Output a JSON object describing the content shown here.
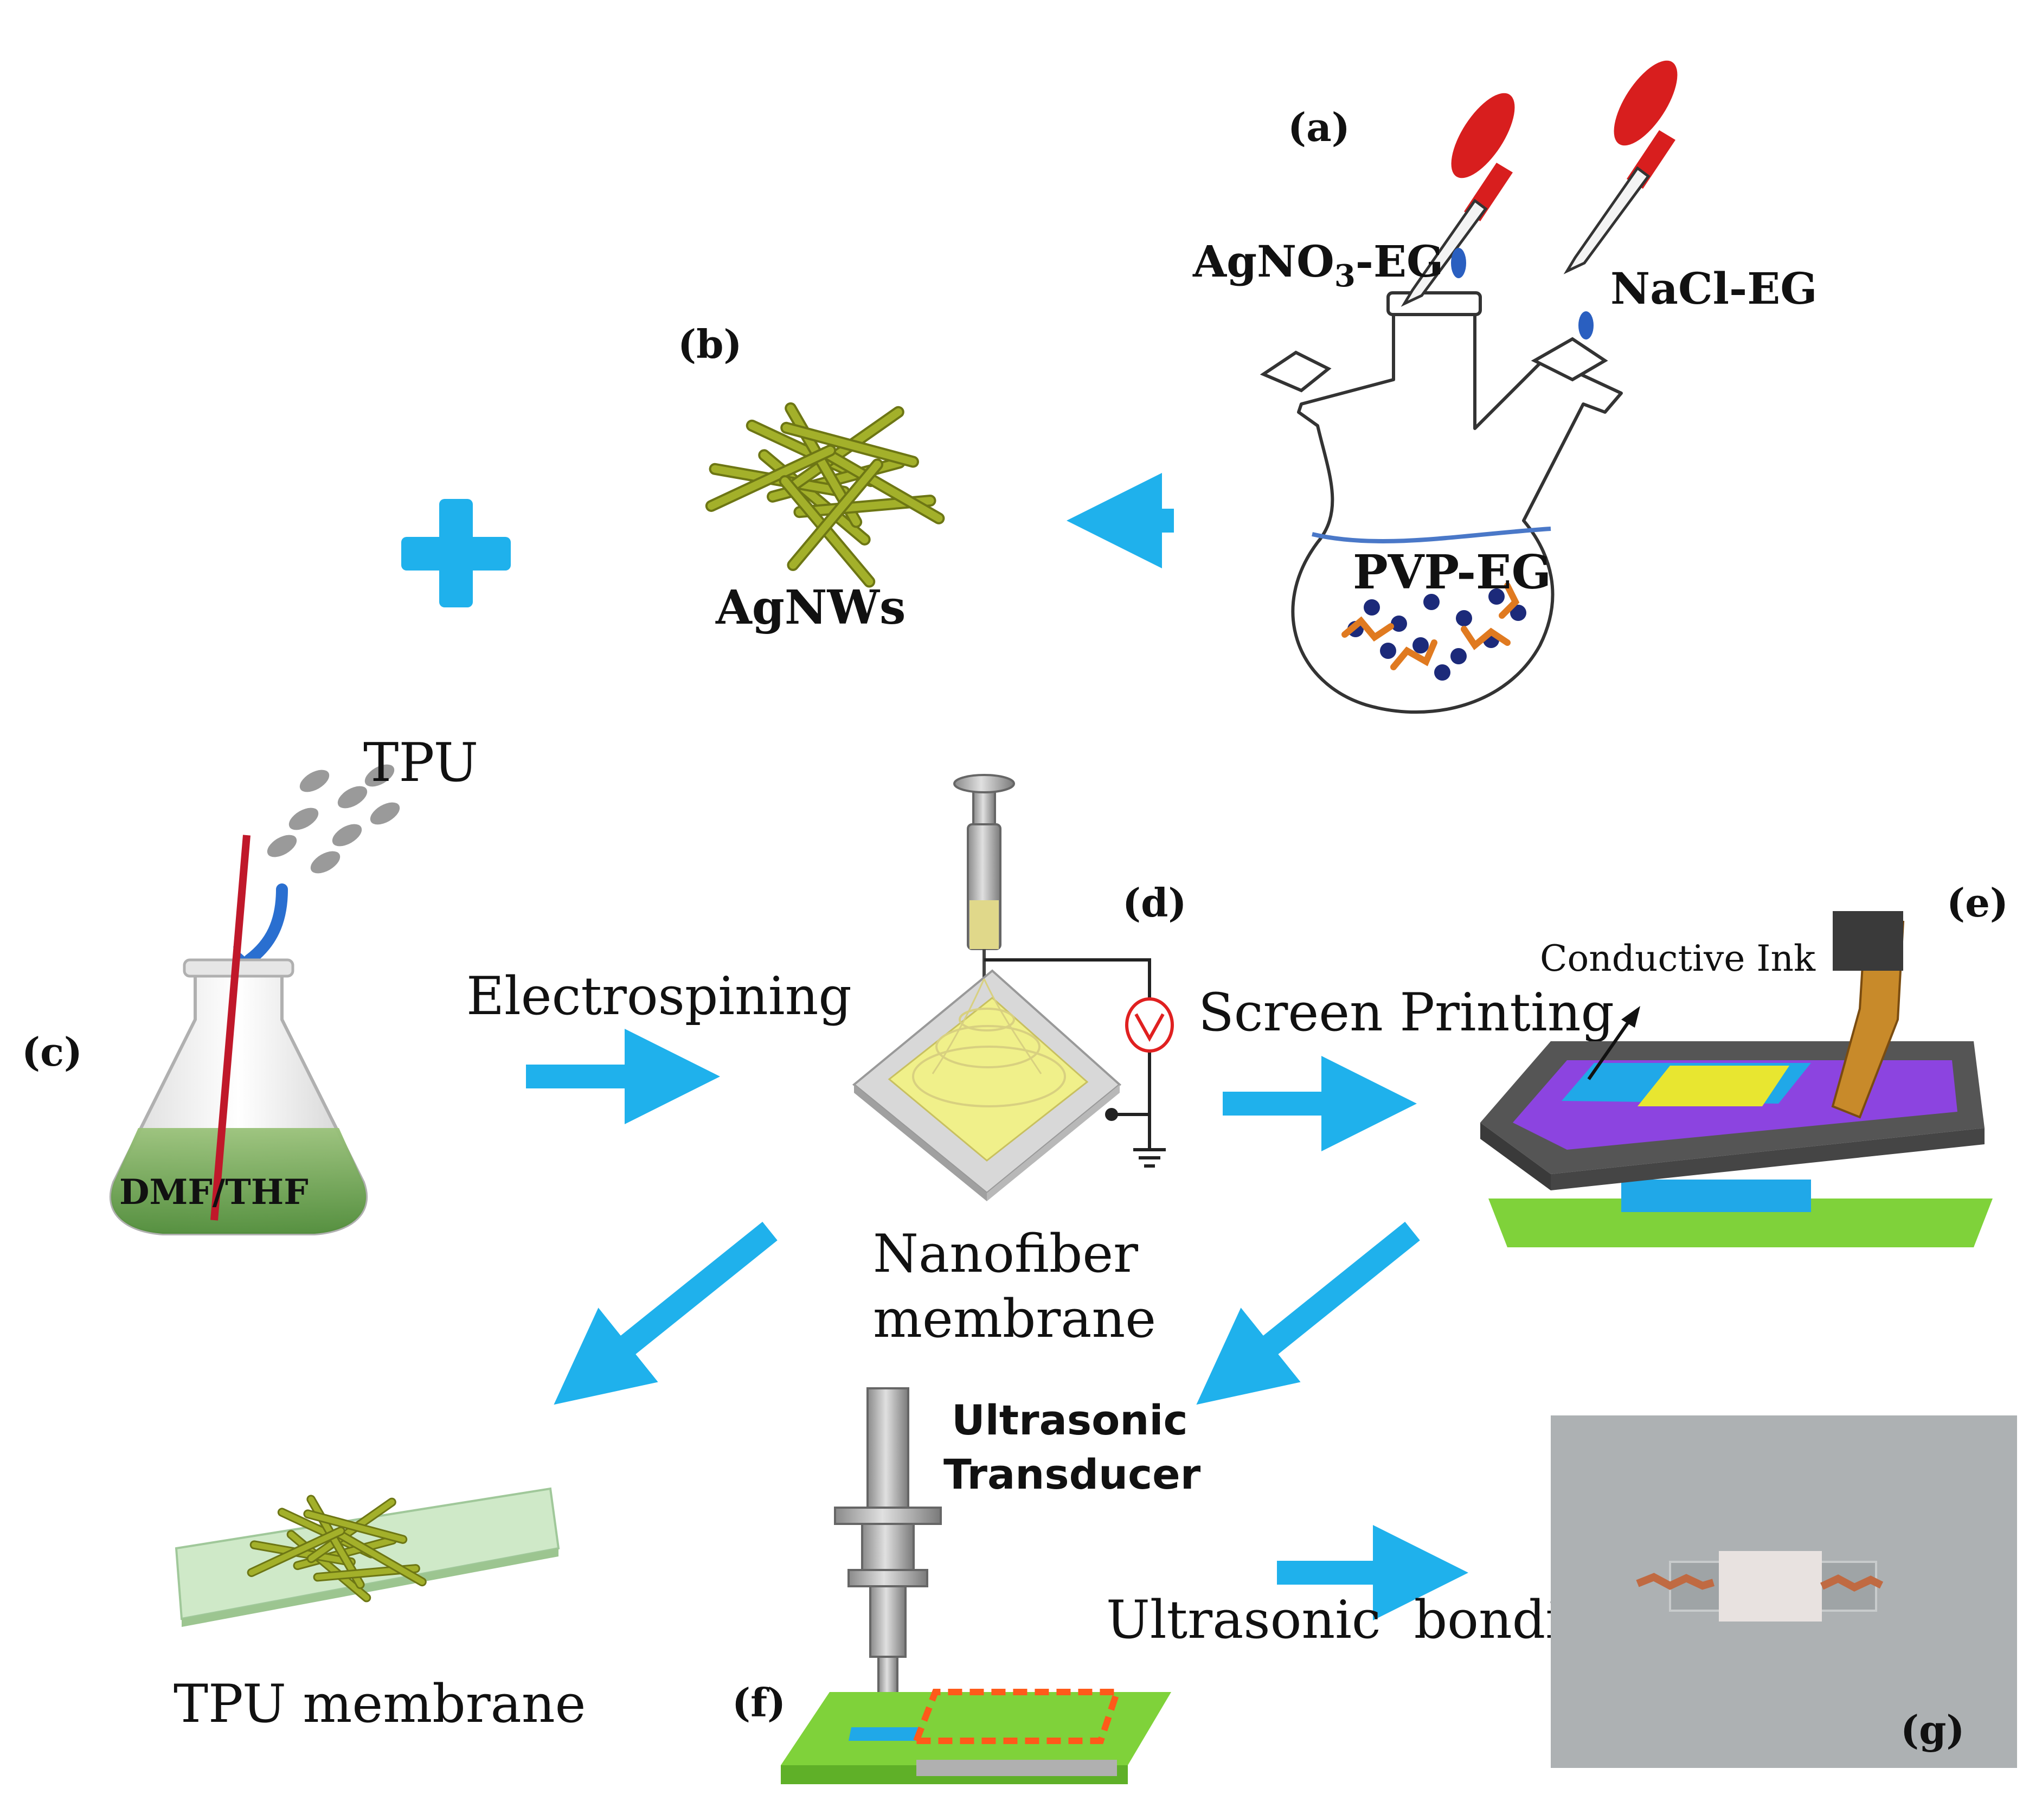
{
  "labels": {
    "a": "(a)",
    "b": "(b)",
    "c": "(c)",
    "d": "(d)",
    "e": "(e)",
    "f": "(f)",
    "g": "(g)"
  },
  "reagents": {
    "agno3_prefix": "AgNO",
    "agno3_sub": "3",
    "agno3_suffix": "-EG",
    "nacl": "NaCl-EG",
    "pvp": "PVP-EG"
  },
  "materials": {
    "agnws": "AgNWs",
    "tpu": "TPU",
    "solvent": "DMF/THF",
    "nanofiber_line1": "Nanofiber",
    "nanofiber_line2": "membrane",
    "tpu_membrane": "TPU membrane",
    "conductive_ink": "Conductive Ink"
  },
  "processes": {
    "electrospinning": "Electrospining",
    "screen_printing": "Screen Printing",
    "ultrasonic_bonding": "Ultrasonic  bonding",
    "transducer_line1": "Ultrasonic",
    "transducer_line2": "Transducer"
  },
  "colors": {
    "arrow": "#1fb1ec",
    "nanowire": "#a3b02a",
    "green_solution": "#6aa64a",
    "yellow_membrane": "#f0f08a",
    "purple_screen": "#8c44e0",
    "blue_pattern": "#20a8e8",
    "green_substrate": "#7fd23a",
    "pipette_red": "#d81e1e",
    "tpu_membrane": "#cfe9c8"
  }
}
